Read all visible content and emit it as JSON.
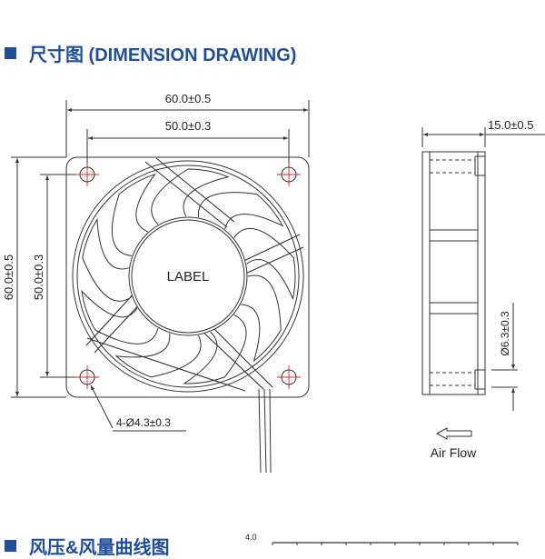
{
  "section_title": "尺寸图 (DIMENSION DRAWING)",
  "section2_title": "风压&风量曲线图",
  "colors": {
    "accent": "#1f4e9a",
    "hole_center": "#e0262b",
    "line": "#333333"
  },
  "front_view": {
    "width_dim": "60.0±0.5",
    "hole_spacing_h": "50.0±0.3",
    "height_dim": "60.0±0.5",
    "hole_spacing_v": "50.0±0.3",
    "hub_label": "LABEL",
    "hole_callout": "4-Ø4.3±0.3",
    "blade_count": 9
  },
  "side_view": {
    "thickness_dim": "15.0±0.5",
    "boss_dim": "Ø6.3±0.3",
    "airflow_label": "Air Flow"
  },
  "chart_preview": {
    "y_tick_top": "4.0",
    "grid_columns": 10
  }
}
